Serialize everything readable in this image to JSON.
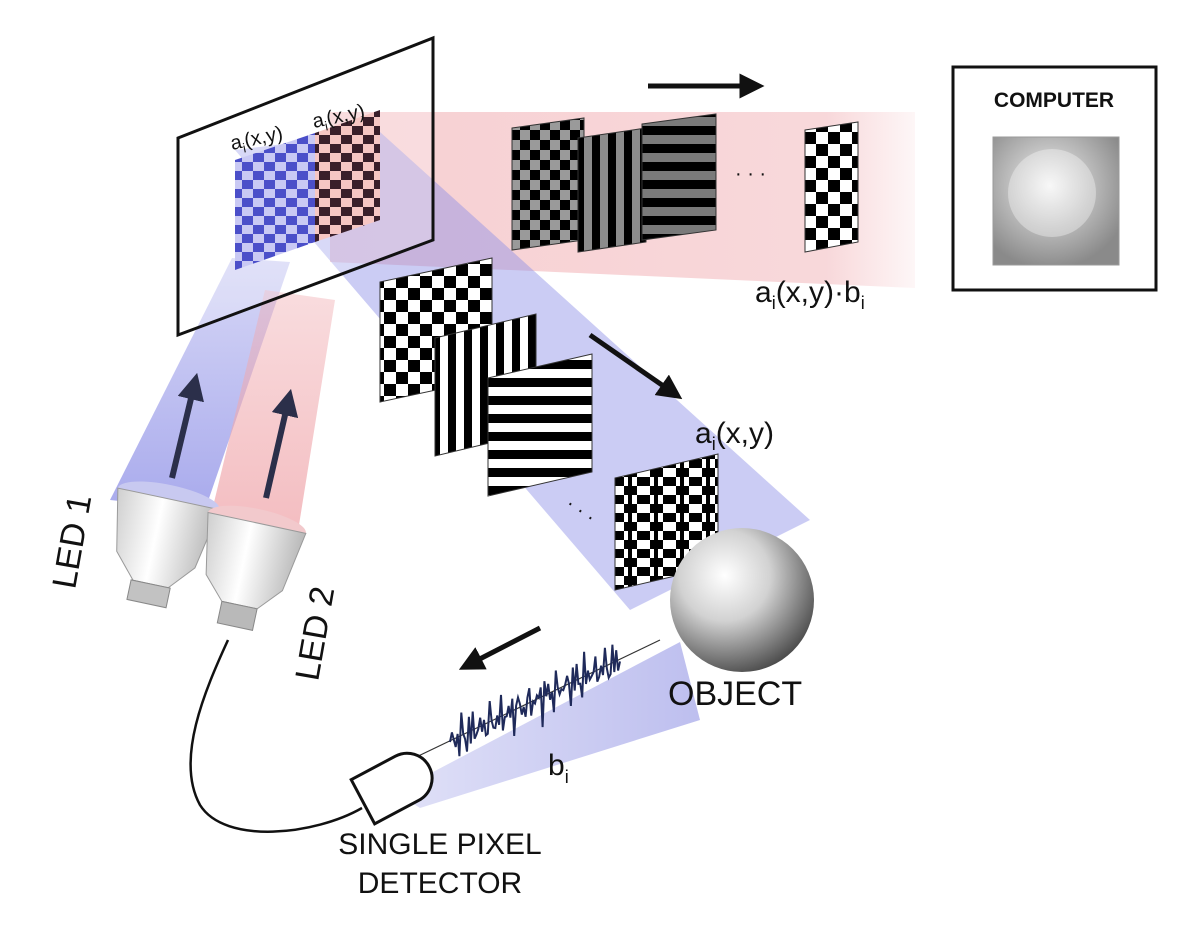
{
  "labels": {
    "dmd_left": {
      "base": "a",
      "sub": "i",
      "rest": "(x,y)"
    },
    "dmd_right": {
      "base": "a",
      "sub": "i",
      "rest": "(x,y)"
    },
    "product": {
      "base": "a",
      "sub": "i",
      "mid": "(x,y)·b",
      "sub2": "i"
    },
    "pattern": {
      "base": "a",
      "sub": "i",
      "rest": "(x,y)"
    },
    "signal": {
      "base": "b",
      "sub": "i"
    },
    "computer": "COMPUTER",
    "object": "OBJECT",
    "led1": "LED 1",
    "led2": "LED 2",
    "detector_line1": "SINGLE PIXEL",
    "detector_line2": "DETECTOR",
    "ellipsis": "· · ·"
  },
  "colors": {
    "blue_beam": "#8c8ee6",
    "red_beam": "#f0a9ae",
    "pattern_gray": "#7a7a7a",
    "ink": "#111111"
  },
  "icons": [
    "arrow-right-icon",
    "arrow-down-right-icon",
    "arrow-up-icon",
    "arrow-left-icon",
    "sphere-icon",
    "led-bulb-icon",
    "detector-icon"
  ]
}
